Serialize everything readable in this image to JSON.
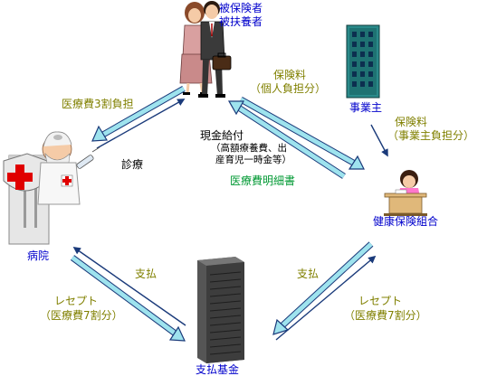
{
  "nodes": {
    "insured": {
      "line1": "被保険者",
      "line2": "被扶養者"
    },
    "employer": "事業主",
    "hospital": "病院",
    "insurer": "健康保険組合",
    "fund": "支払基金"
  },
  "flows": {
    "copay": "医療費3割負担",
    "treatment": "診療",
    "premium_personal": {
      "line1": "保険料",
      "line2": "（個人負担分）"
    },
    "premium_employer": {
      "line1": "保険料",
      "line2": "（事業主負担分）"
    },
    "cash_benefit": {
      "title": "現金給付",
      "note1": "（高額療養費、出",
      "note2": "産育児一時金等）"
    },
    "statement": "医療費明細書",
    "payment_left": "支払",
    "payment_right": "支払",
    "receipt_left": {
      "line1": "レセプト",
      "line2": "（医療費7割分）"
    },
    "receipt_right": {
      "line1": "レセプト",
      "line2": "（医療費7割分）"
    }
  },
  "colors": {
    "arrow_fill": "#9ee3ee",
    "arrow_edge": "#1a3a7a",
    "label_blue": "#0000cc",
    "label_olive": "#808000",
    "label_green": "#009933"
  }
}
